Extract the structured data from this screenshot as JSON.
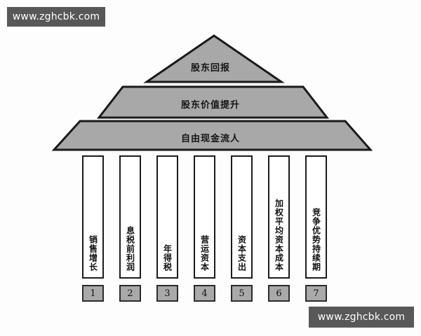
{
  "watermarks": {
    "top": "www.zghcbk.com",
    "bottom": "www.zghcbk.com"
  },
  "colors": {
    "tier_fill": "#a8a8a8",
    "tier_stroke": "#1a1a1a",
    "column_fill": "#ffffff",
    "column_stroke": "#1b1b1b",
    "numbox_fill": "#a9a9a9",
    "numbox_stroke": "#2b2b2b",
    "background": "#fdfdfd",
    "watermark_bg": "#585858",
    "watermark_text": "#ffffff"
  },
  "diagram": {
    "type": "pyramid-with-pillars",
    "tiers": [
      {
        "label": "股东回报",
        "level": 1,
        "shape": "triangle"
      },
      {
        "label": "股东价值提升",
        "level": 2,
        "shape": "trapezoid"
      },
      {
        "label": "自由现金流人",
        "level": 3,
        "shape": "trapezoid"
      }
    ],
    "columns": [
      {
        "number": "1",
        "label": "销售增长"
      },
      {
        "number": "2",
        "label": "息税前利润"
      },
      {
        "number": "3",
        "label": "年得税"
      },
      {
        "number": "4",
        "label": "营运资本"
      },
      {
        "number": "5",
        "label": "资本支出"
      },
      {
        "number": "6",
        "label": "加权平均资本成本"
      },
      {
        "number": "7",
        "label": "竞争优势持续期"
      }
    ]
  }
}
